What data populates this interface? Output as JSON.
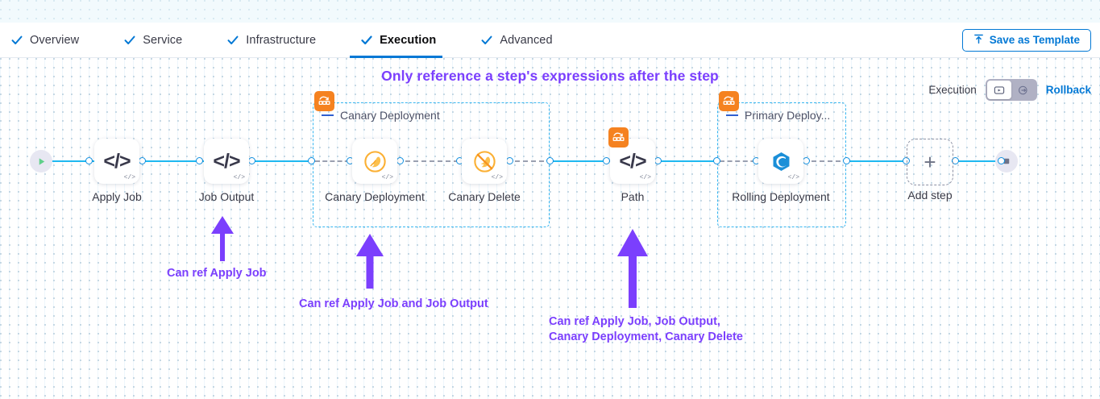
{
  "tabs": [
    {
      "label": "Overview",
      "active": false
    },
    {
      "label": "Service",
      "active": false
    },
    {
      "label": "Infrastructure",
      "active": false
    },
    {
      "label": "Execution",
      "active": true
    },
    {
      "label": "Advanced",
      "active": false
    }
  ],
  "header": {
    "save_template_label": "Save as Template"
  },
  "canvas": {
    "banner": "Only reference a step's expressions after the step",
    "execution_label": "Execution",
    "rollback_label": "Rollback",
    "add_step_label": "Add step"
  },
  "nodes": {
    "apply_job": "Apply Job",
    "job_output": "Job Output",
    "canary_deployment": "Canary Deployment",
    "canary_delete": "Canary Delete",
    "path": "Path",
    "rolling_deployment": "Rolling Deployment"
  },
  "groups": {
    "canary": "Canary Deployment",
    "primary": "Primary Deploy..."
  },
  "annotations": {
    "a1": "Can ref Apply Job",
    "a2": "Can ref Apply Job and Job Output",
    "a3": "Can ref Apply Job, Job Output,\nCanary Deployment, Canary Delete"
  },
  "colors": {
    "accent_blue": "#0278d5",
    "edge_blue": "#1fb8f0",
    "annotation_purple": "#7b3ffd",
    "badge_orange": "#f58220",
    "group_border": "#37b6f0"
  }
}
